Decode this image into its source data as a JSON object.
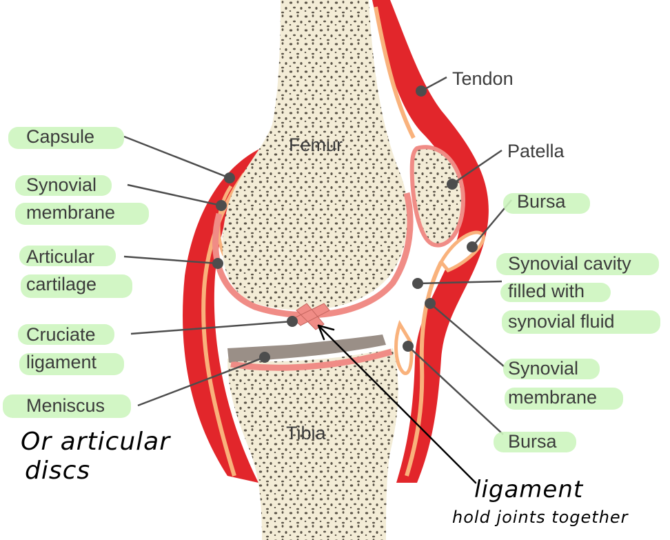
{
  "labels_left": {
    "capsule": "Capsule",
    "synovial_membrane_1": "Synovial",
    "synovial_membrane_2": "membrane",
    "articular_cartilage_1": "Articular",
    "articular_cartilage_2": "cartilage",
    "cruciate_ligament_1": "Cruciate",
    "cruciate_ligament_2": "ligament",
    "meniscus": "Meniscus"
  },
  "labels_right": {
    "tendon": "Tendon",
    "patella": "Patella",
    "bursa_upper": "Bursa",
    "synovial_cavity_1": "Synovial cavity",
    "synovial_cavity_2": "filled with",
    "synovial_cavity_3": "synovial fluid",
    "synovial_membrane_1": "Synovial",
    "synovial_membrane_2": "membrane",
    "bursa_lower": "Bursa"
  },
  "bones": {
    "femur": "Femur",
    "tibia": "Tibia"
  },
  "handwritten": {
    "meniscus_note_1": "Or articular",
    "meniscus_note_2": "discs",
    "ligament_note_1": "ligament",
    "ligament_note_2": "hold joints together"
  },
  "colors": {
    "capsule_red": "#e2262b",
    "cartilage_pink": "#f08c86",
    "membrane_orange": "#f9b27c",
    "bone_fill": "#f3ecd6",
    "bone_spots": "#5b5448",
    "meniscus_gray": "#9a8f87",
    "leader_line": "#4d4d4d",
    "highlight_green": "#cdf5bf"
  }
}
